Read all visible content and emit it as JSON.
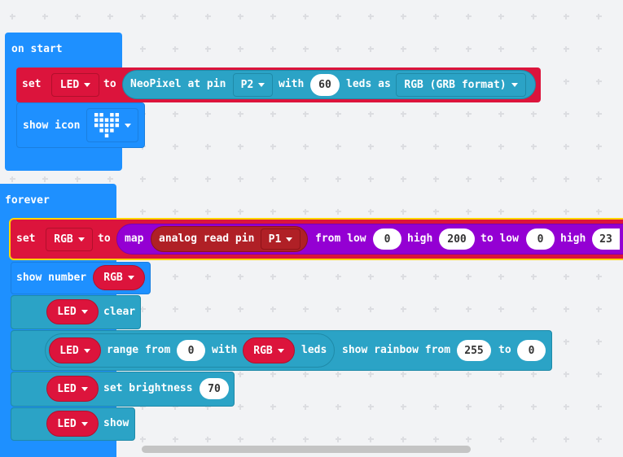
{
  "workspace": {
    "background": "#f2f3f5",
    "colors": {
      "event": "#1e90ff",
      "variable": "#dc143c",
      "neopixel": "#2ba3c6",
      "math": "#9400d3",
      "pins": "#b02026",
      "highlight": "#ffd500"
    }
  },
  "on_start": {
    "label": "on start",
    "set_block": {
      "set": "set",
      "variable": "LED",
      "to": "to",
      "create_label": "NeoPixel at pin",
      "pin": "P2",
      "with": "with",
      "count": "60",
      "leds_as": "leds as",
      "mode": "RGB (GRB format)"
    },
    "show_icon": {
      "label": "show icon",
      "icon": "heart-icon"
    }
  },
  "forever": {
    "label": "forever",
    "set_block": {
      "set": "set",
      "variable": "RGB",
      "to": "to",
      "map": "map",
      "read": "analog read pin",
      "pin": "P1",
      "from_low": "from low",
      "from_low_val": "0",
      "high": "high",
      "high_val": "200",
      "to_low": "to low",
      "to_low_val": "0",
      "high2": "high",
      "high2_val": "23"
    },
    "show_number": {
      "label": "show number",
      "variable": "RGB"
    },
    "clear": {
      "variable": "LED",
      "label": "clear"
    },
    "range_block": {
      "variable": "LED",
      "range_from": "range from",
      "from_val": "0",
      "with": "with",
      "count_var": "RGB",
      "leds": "leds",
      "show_rainbow": "show rainbow from",
      "start": "255",
      "to": "to",
      "end": "0"
    },
    "brightness": {
      "variable": "LED",
      "label": "set brightness",
      "value": "70"
    },
    "show": {
      "variable": "LED",
      "label": "show"
    }
  }
}
